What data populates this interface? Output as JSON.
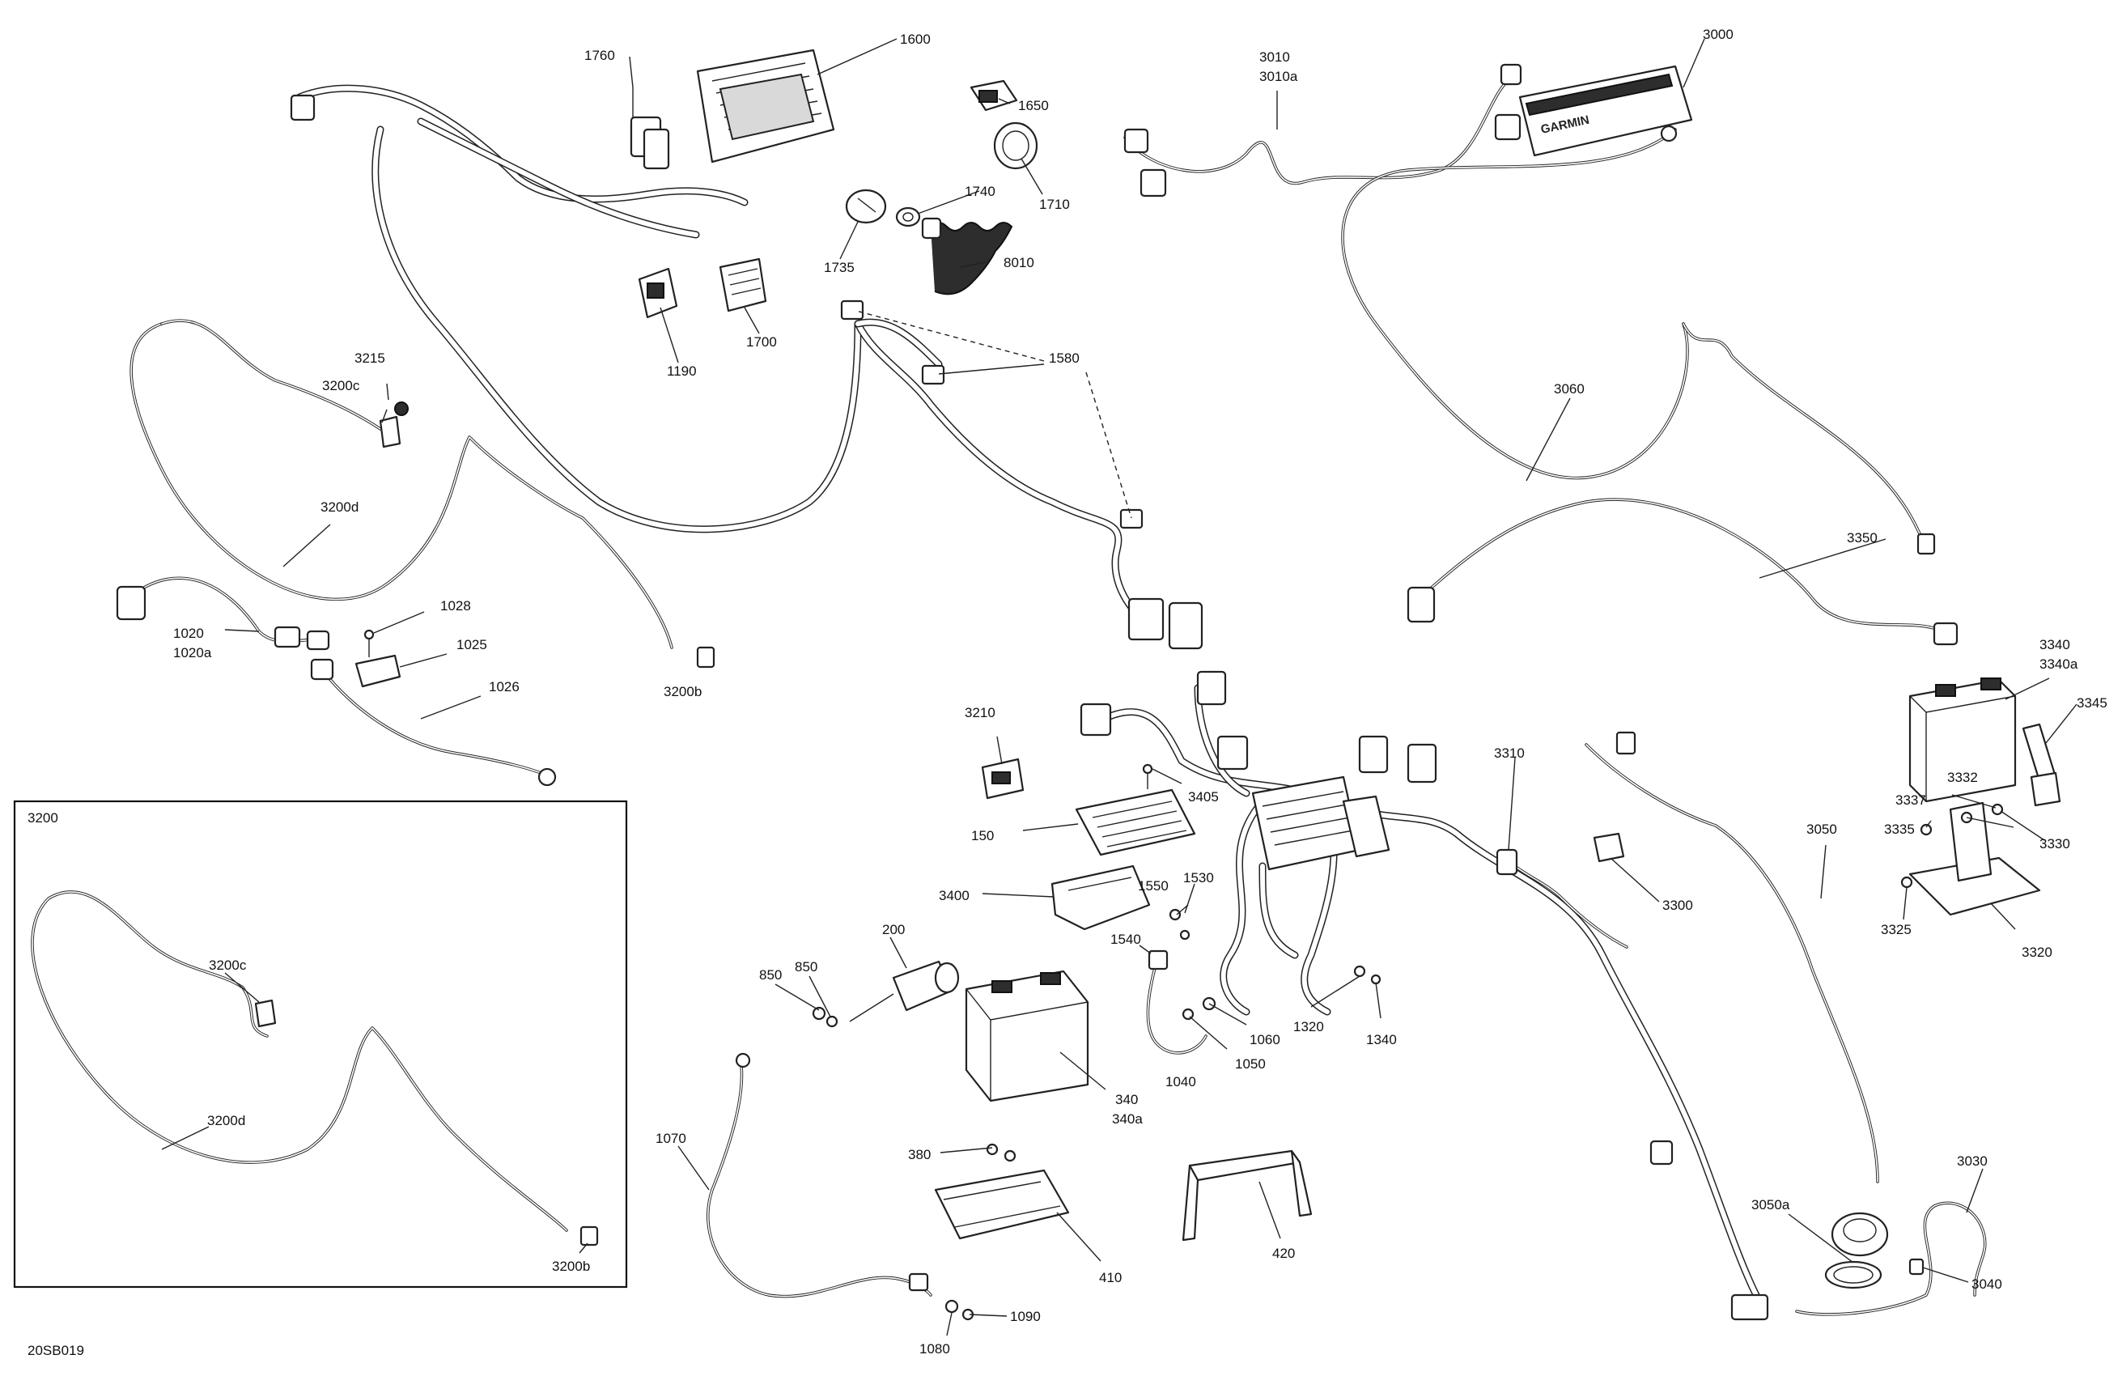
{
  "drawing_code": "20SB019",
  "brand_marking": "GARMIN",
  "inset_title": "3200",
  "callouts": {
    "c1760": "1760",
    "c1600": "1600",
    "c1650": "1650",
    "c1740": "1740",
    "c1710": "1710",
    "c1735": "1735",
    "c8010": "8010",
    "c1190": "1190",
    "c1700": "1700",
    "c1580": "1580",
    "c3010": "3010",
    "c3010a": "3010a",
    "c3000": "3000",
    "c3060": "3060",
    "c3215": "3215",
    "c3200c": "3200c",
    "c3200d": "3200d",
    "c1028": "1028",
    "c1025": "1025",
    "c1020": "1020",
    "c1020a": "1020a",
    "c1026": "1026",
    "c3200b": "3200b",
    "c3350": "3350",
    "c3340": "3340",
    "c3340a": "3340a",
    "c3345": "3345",
    "c3210": "3210",
    "c3405": "3405",
    "c150": "150",
    "c3400": "3400",
    "c1550": "1550",
    "c1530": "1530",
    "c1540": "1540",
    "c1060": "1060",
    "c1050": "1050",
    "c1040": "1040",
    "c1320": "1320",
    "c1340": "1340",
    "c3310": "3310",
    "c3300": "3300",
    "c3337": "3337",
    "c3332": "3332",
    "c3335": "3335",
    "c3330": "3330",
    "c3050": "3050",
    "c3325": "3325",
    "c3320": "3320",
    "c200": "200",
    "c850a": "850",
    "c850b": "850",
    "c340": "340",
    "c340a": "340a",
    "c1070": "1070",
    "c380": "380",
    "c410": "410",
    "c420": "420",
    "c1090": "1090",
    "c1080": "1080",
    "c3030": "3030",
    "c3050a": "3050a",
    "c3040": "3040",
    "i3200c": "3200c",
    "i3200d": "3200d",
    "i3200b": "3200b"
  }
}
